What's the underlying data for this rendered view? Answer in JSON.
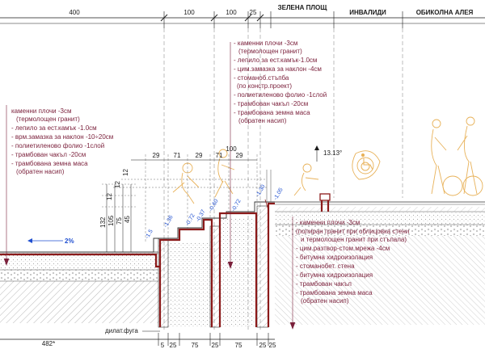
{
  "colors": {
    "label_text": "#7a1f3a",
    "wall": "#8b1a1a",
    "dimension": "#1a1a1a",
    "level_marks": "#1f4fd0",
    "figure_sketch": "#e8b25a"
  },
  "top_dimensions": [
    "400",
    "100",
    "100",
    "25"
  ],
  "zones": [
    "ЗЕЛЕНА ПЛОЩ",
    "ИНВАЛИДИ",
    "ОБИКОЛНА АЛЕЯ"
  ],
  "callouts": {
    "left": [
      "каменни плочи -3см",
      "(термолощен гранит)",
      "- лепило за ест.камък -1.0см",
      "- врм.замазка за наклон -10÷20см",
      "- полиетиленово фолио -1слой",
      "- трамбован чакъл -20см",
      "- трамбована земна маса",
      "(обратен насип)"
    ],
    "middle": [
      "- каменни плочи -3см",
      "(термолощен гранит)",
      "- лепило за ест.камък-1.0см",
      "- цим.замазка за наклон -4см",
      "- стоманоб.стъпба",
      "(по констр.проект)",
      "- полиетиленово фолио -1слой",
      "- трамбован чакъл -20см",
      "- трамбована земна маса",
      "(обратен насип)"
    ],
    "right": [
      "- каменни плочи -3см",
      "(полиран гранит при облицовка стени",
      "и термолощен гранит при стъпала)",
      "- цим.разтвор-стом.мрежа -4см",
      "- битумна хидроизолация",
      "- стоманобет. стена",
      "- битумна хидроизолация",
      "- трамбован чакъл",
      "- трамбована земна маса",
      "(обратен насип)"
    ]
  },
  "step_dimensions": [
    "29",
    "71",
    "29",
    "71",
    "29",
    "100"
  ],
  "vertical_dimensions": [
    "12",
    "12",
    "12",
    "132",
    "105",
    "75",
    "45"
  ],
  "level_marks": [
    "-1.5",
    "-1.36",
    "-0.72",
    "-0.37",
    "-0.60",
    "-0.72",
    "-1.30",
    "-1.05"
  ],
  "slope_left": "2%",
  "slope_right": "13.13°",
  "bottom_dimensions": [
    "5",
    "25",
    "75",
    "25",
    "75",
    "25",
    "25"
  ],
  "bottom_total": "482*",
  "expansion_joint": "дилат.фуга"
}
